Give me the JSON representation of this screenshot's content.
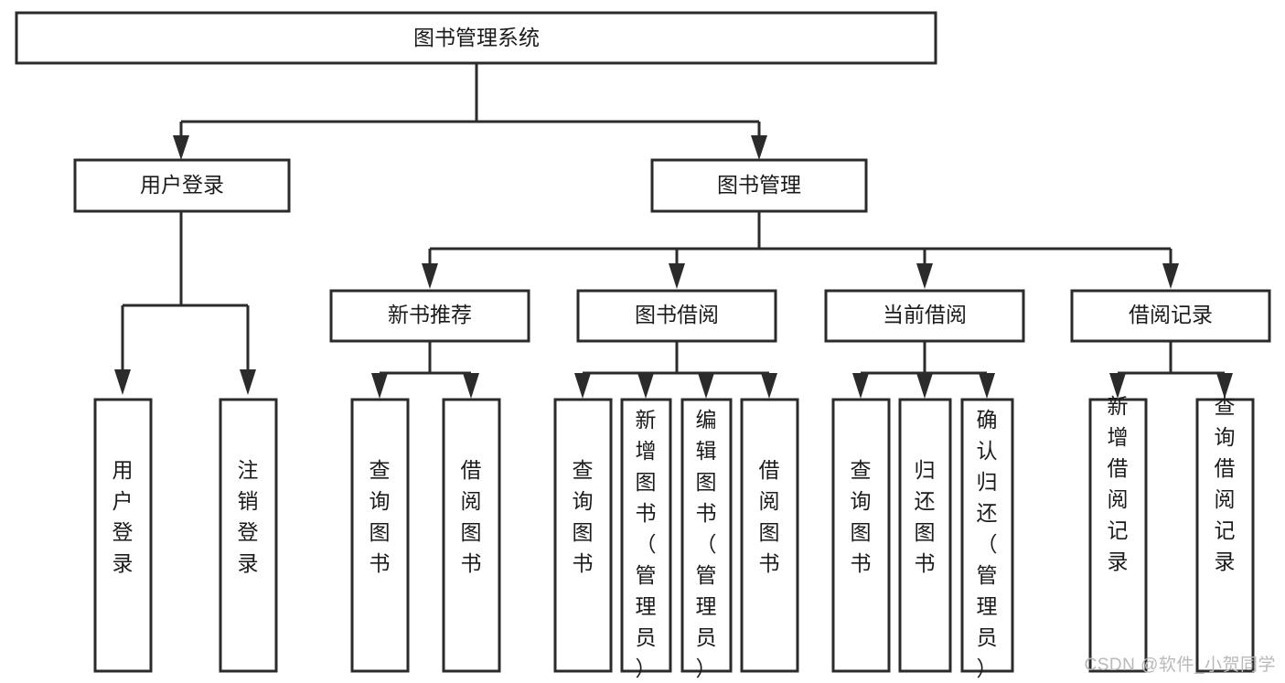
{
  "diagram": {
    "type": "tree",
    "title": "图书管理系统",
    "watermark": "CSDN @软件_小贺同学",
    "colors": {
      "background": "#ffffff",
      "box_fill": "#ffffff",
      "box_stroke": "#2b2b2b",
      "text": "#1b1b1b",
      "watermark": "#b9b9b9"
    },
    "levels": {
      "root": {
        "label": "图书管理系统"
      },
      "level2": [
        {
          "id": "user-login",
          "label": "用户登录"
        },
        {
          "id": "book-manage",
          "label": "图书管理"
        }
      ],
      "level3": [
        {
          "id": "new-book-recommend",
          "label": "新书推荐",
          "parent": "book-manage"
        },
        {
          "id": "book-borrow",
          "label": "图书借阅",
          "parent": "book-manage"
        },
        {
          "id": "current-borrow",
          "label": "当前借阅",
          "parent": "book-manage"
        },
        {
          "id": "borrow-record",
          "label": "借阅记录",
          "parent": "book-manage"
        }
      ],
      "leaves": [
        {
          "id": "leaf-user-login",
          "label": "用户登录",
          "parent": "user-login"
        },
        {
          "id": "leaf-logout-login",
          "label": "注销登录",
          "parent": "user-login"
        },
        {
          "id": "leaf-query-book-1",
          "label": "查询图书",
          "parent": "new-book-recommend"
        },
        {
          "id": "leaf-borrow-book-1",
          "label": "借阅图书",
          "parent": "new-book-recommend"
        },
        {
          "id": "leaf-query-book-2",
          "label": "查询图书",
          "parent": "book-borrow"
        },
        {
          "id": "leaf-add-book",
          "label": "新增图书（管理员）",
          "parent": "book-borrow"
        },
        {
          "id": "leaf-edit-book",
          "label": "编辑图书（管理员）",
          "parent": "book-borrow"
        },
        {
          "id": "leaf-borrow-book-2",
          "label": "借阅图书",
          "parent": "book-borrow"
        },
        {
          "id": "leaf-query-book-3",
          "label": "查询图书",
          "parent": "current-borrow"
        },
        {
          "id": "leaf-return-book",
          "label": "归还图书",
          "parent": "current-borrow"
        },
        {
          "id": "leaf-confirm-return",
          "label": "确认归还（管理员）",
          "parent": "current-borrow"
        },
        {
          "id": "leaf-add-record",
          "label": "新增借阅记录",
          "parent": "borrow-record"
        },
        {
          "id": "leaf-query-record",
          "label": "查询借阅记录",
          "parent": "borrow-record"
        }
      ]
    }
  }
}
